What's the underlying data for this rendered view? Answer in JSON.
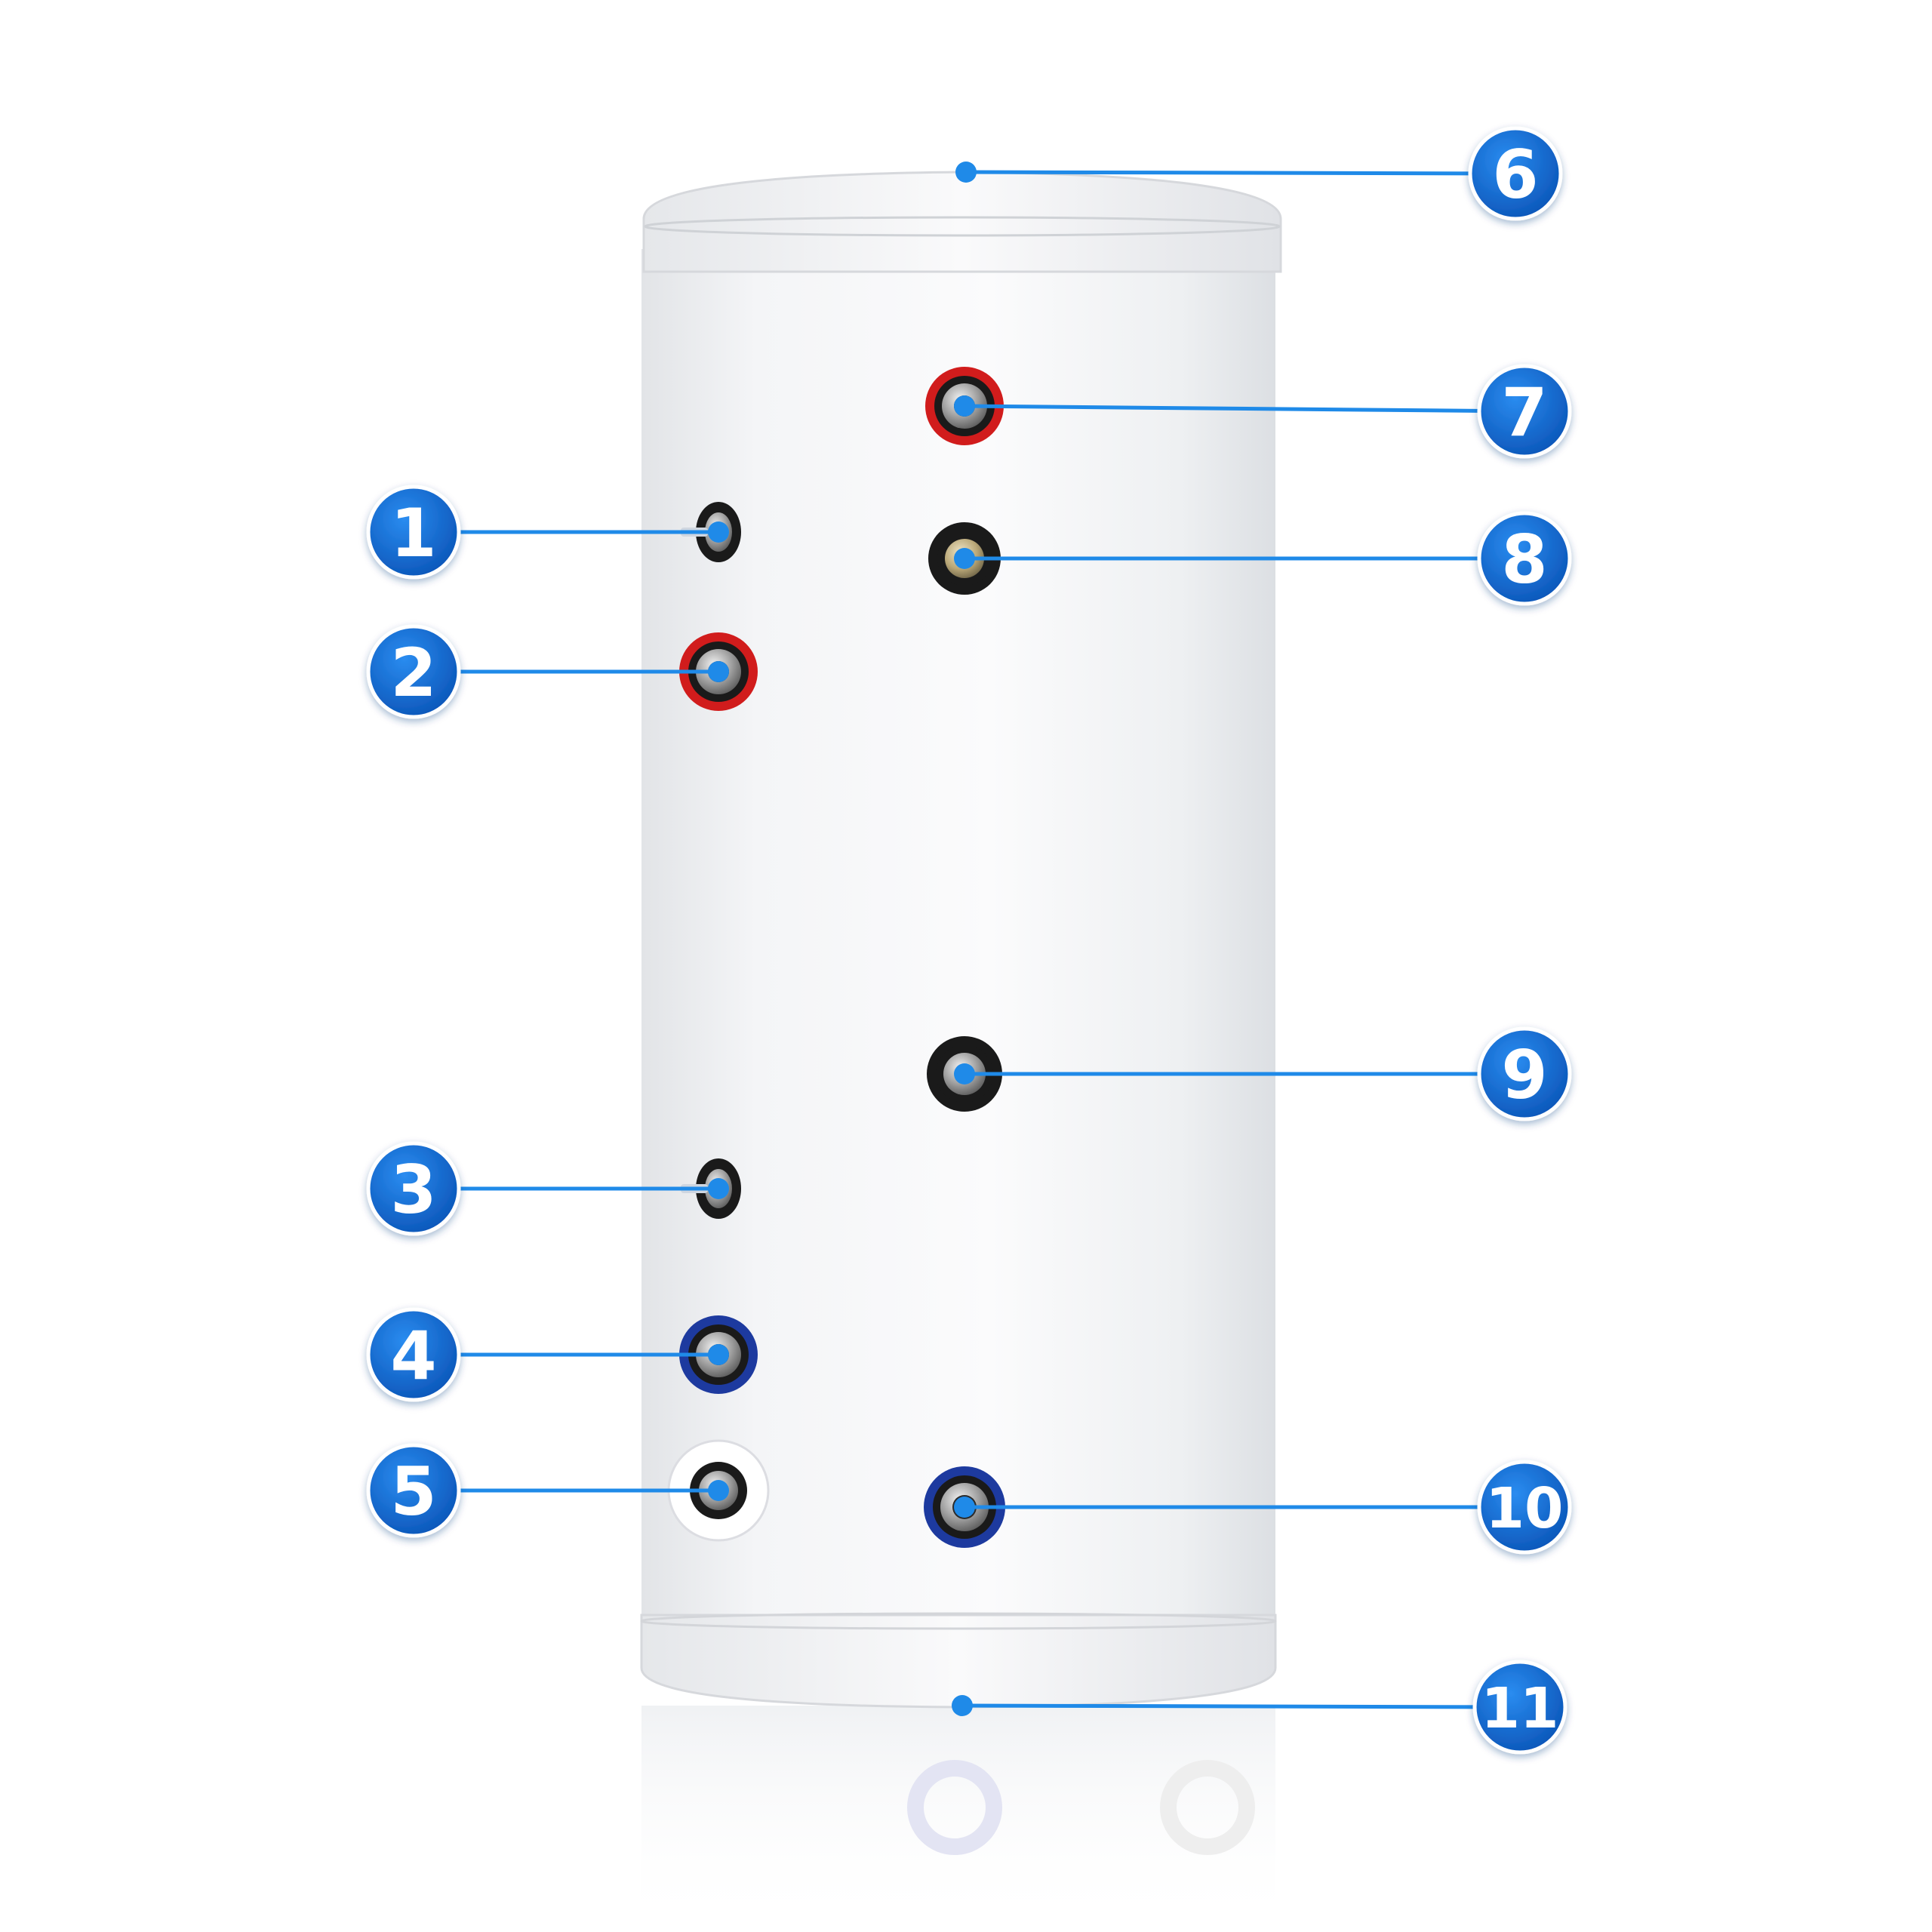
{
  "colors": {
    "badge_fill": "#1474e0",
    "badge_fill_dark": "#0b55b8",
    "leader_line": "#1f8ae8",
    "tank_body": "#f0f1f3",
    "ring_red": "#d11c1c",
    "ring_blue": "#1d3a9f",
    "ring_white": "#f6f6f8",
    "ring_black": "#1a1a1a"
  },
  "diagram": {
    "subject": "cylindrical-hot-water-storage-tank",
    "callouts": [
      {
        "label": "1",
        "side": "left",
        "connector": "sensor-sleeve",
        "ring": "black"
      },
      {
        "label": "2",
        "side": "left",
        "connector": "threaded-port",
        "ring": "red"
      },
      {
        "label": "3",
        "side": "left",
        "connector": "sensor-sleeve",
        "ring": "black"
      },
      {
        "label": "4",
        "side": "left",
        "connector": "threaded-port",
        "ring": "blue"
      },
      {
        "label": "5",
        "side": "left",
        "connector": "threaded-port",
        "ring": "white"
      },
      {
        "label": "6",
        "side": "right",
        "connector": "top-point",
        "ring": "none"
      },
      {
        "label": "7",
        "side": "right",
        "connector": "threaded-port",
        "ring": "red"
      },
      {
        "label": "8",
        "side": "right",
        "connector": "threaded-port-brass",
        "ring": "black"
      },
      {
        "label": "9",
        "side": "right",
        "connector": "threaded-port",
        "ring": "black"
      },
      {
        "label": "10",
        "side": "right",
        "connector": "threaded-port",
        "ring": "blue"
      },
      {
        "label": "11",
        "side": "right",
        "connector": "bottom-point",
        "ring": "none"
      }
    ]
  }
}
